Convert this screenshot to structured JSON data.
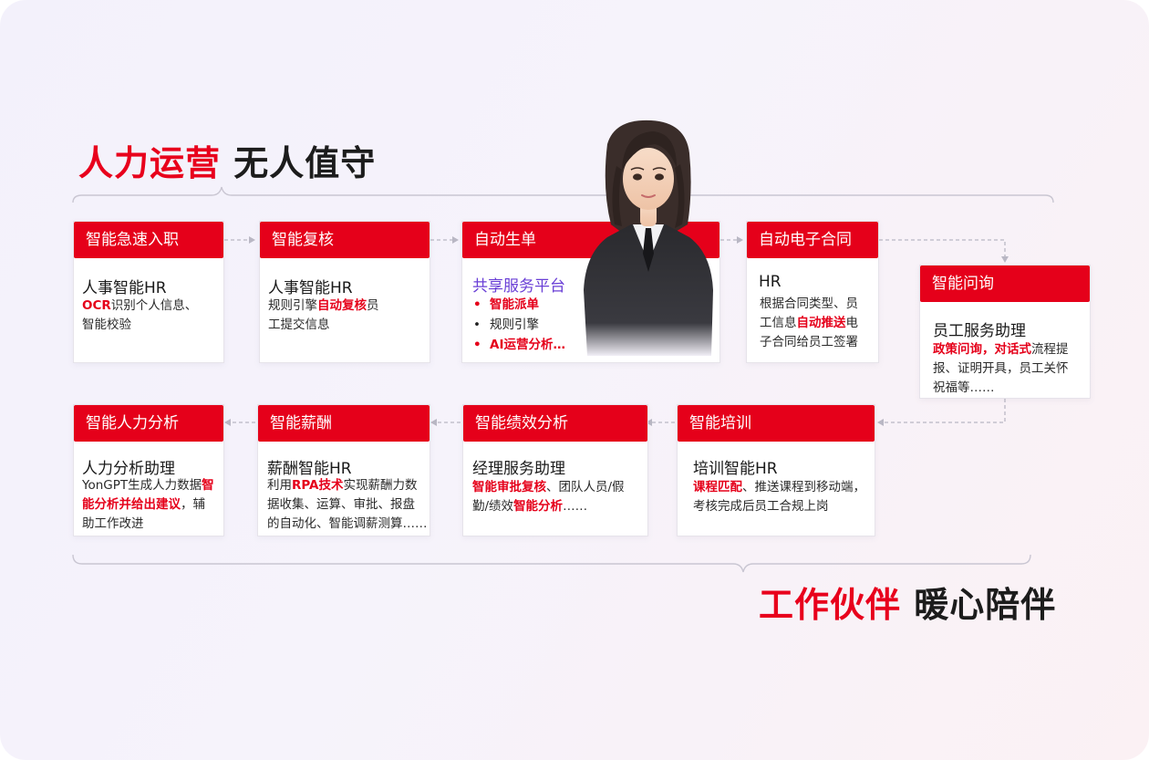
{
  "colors": {
    "accent": "#e5001a",
    "purple": "#6a3fd6",
    "dark": "#1c1c1c"
  },
  "title_top": {
    "red": "人力运营",
    "dark": "无人值守"
  },
  "title_bottom": {
    "red": "工作伙伴",
    "dark": "暖心陪伴"
  },
  "avatar": {
    "icon": "ai-assistant-avatar-icon"
  },
  "cards": {
    "onboarding": {
      "header": "智能急速入职",
      "title": "人事智能HR",
      "hl1": "OCR",
      "t1": "识别个人信息、",
      "t2": "智能校验"
    },
    "review": {
      "header": "智能复核",
      "title": "人事智能HR",
      "t1": "规则引擎",
      "hl1": "自动复核",
      "t2": "员",
      "t3": "工提交信息"
    },
    "auto_order": {
      "header": "自动生单",
      "title": "共享服务平台",
      "bullets": [
        {
          "text": "智能派单",
          "red": true
        },
        {
          "text": "规则引擎",
          "red": false
        },
        {
          "text": "AI运营分析…",
          "red": true
        }
      ]
    },
    "contract": {
      "header": "自动电子合同",
      "title": "HR",
      "t1": "根据合同类型、员",
      "t2": "工信息",
      "hl1": "自动推送",
      "t3": "电",
      "t4": "子合同给员工签署"
    },
    "inquiry": {
      "header": "智能问询",
      "title": "员工服务助理",
      "hl1": "政策问询，对话式",
      "t1": "流程提",
      "t2": "报、证明开具，员工关怀",
      "t3": "祝福等……"
    },
    "training": {
      "header": "智能培训",
      "title": "培训智能HR",
      "hl1": "课程匹配",
      "t1": "、推送课程到移动端，",
      "t2": "考核完成后员工合规上岗"
    },
    "performance": {
      "header": "智能绩效分析",
      "title": "经理服务助理",
      "hl1": "智能审批复核",
      "t1": "、团队人员/假",
      "t2": "勤/绩效",
      "hl2": "智能分析",
      "t3": "……"
    },
    "salary": {
      "header": "智能薪酬",
      "title": "薪酬智能HR",
      "t1": "利用",
      "hl1": "RPA技术",
      "t2": "实现薪酬力数",
      "t3": "据收集、运算、审批、报盘",
      "t4": "的自动化、智能调薪测算……"
    },
    "analytics": {
      "header": "智能人力分析",
      "title": "人力分析助理",
      "t1": "YonGPT生成人力数据",
      "hl1": "智",
      "hl2": "能分析并给出建议",
      "t2": "，辅",
      "t3": "助工作改进"
    }
  }
}
